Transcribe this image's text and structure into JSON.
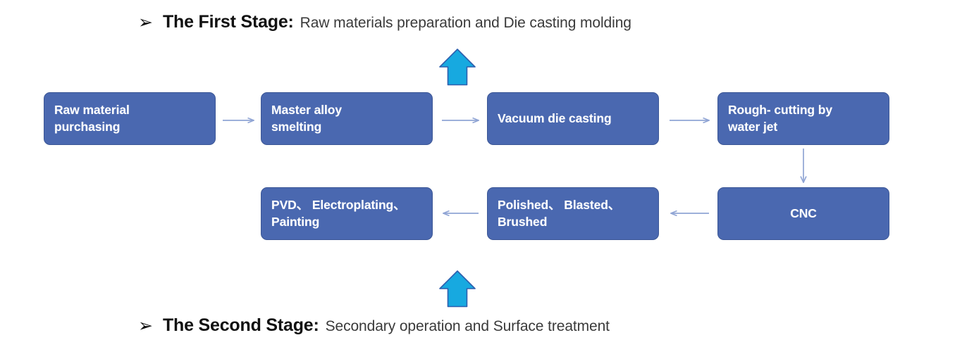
{
  "meta": {
    "title": "Die casting production process flow chart",
    "background": "#ffffff"
  },
  "colors": {
    "box_fill": "#4a68b0",
    "box_border": "#3c5796",
    "box_text": "#ffffff",
    "connector": "#8fa4d4",
    "cyan_arrow_fill": "#17a9e0",
    "cyan_arrow_border": "#2e5fae",
    "heading_strong": "#111111",
    "heading_rest": "#3a3a3a"
  },
  "headings": {
    "first": {
      "bullet": "➢",
      "strong": "The First Stage:",
      "rest": "Raw materials preparation and Die casting molding"
    },
    "second": {
      "bullet": "➢",
      "strong": "The Second Stage:",
      "rest": "Secondary operation and Surface treatment"
    }
  },
  "flow": {
    "row1": [
      {
        "id": "raw-material-purchasing",
        "lines": [
          "Raw material",
          "purchasing"
        ],
        "align": "left"
      },
      {
        "id": "master-alloy-smelting",
        "lines": [
          "Master alloy",
          "smelting"
        ],
        "align": "left"
      },
      {
        "id": "vacuum-die-casting",
        "lines": [
          "Vacuum die casting"
        ],
        "align": "left"
      },
      {
        "id": "rough-cutting-by-water-jet",
        "lines": [
          "Rough- cutting by",
          "water jet"
        ],
        "align": "left"
      }
    ],
    "row2": [
      {
        "id": "pvd-electroplating-painting",
        "lines": [
          "PVD、 Electroplating、",
          "Painting"
        ],
        "align": "left"
      },
      {
        "id": "polished-blasted-brushed",
        "lines": [
          "Polished、 Blasted、",
          "Brushed"
        ],
        "align": "left"
      },
      {
        "id": "cnc",
        "lines": [
          "CNC"
        ],
        "align": "center"
      }
    ],
    "connectors": [
      {
        "id": "arrow-raw-to-smelting",
        "direction": "right"
      },
      {
        "id": "arrow-smelting-to-vacuum",
        "direction": "right"
      },
      {
        "id": "arrow-vacuum-to-rough-cutting",
        "direction": "right"
      },
      {
        "id": "arrow-rough-cutting-to-cnc",
        "direction": "down"
      },
      {
        "id": "arrow-cnc-to-polished",
        "direction": "left"
      },
      {
        "id": "arrow-polished-to-pvd",
        "direction": "left"
      }
    ],
    "stage_markers": [
      {
        "id": "cyan-arrow-first-stage",
        "direction": "up"
      },
      {
        "id": "cyan-arrow-second-stage",
        "direction": "up"
      }
    ]
  }
}
